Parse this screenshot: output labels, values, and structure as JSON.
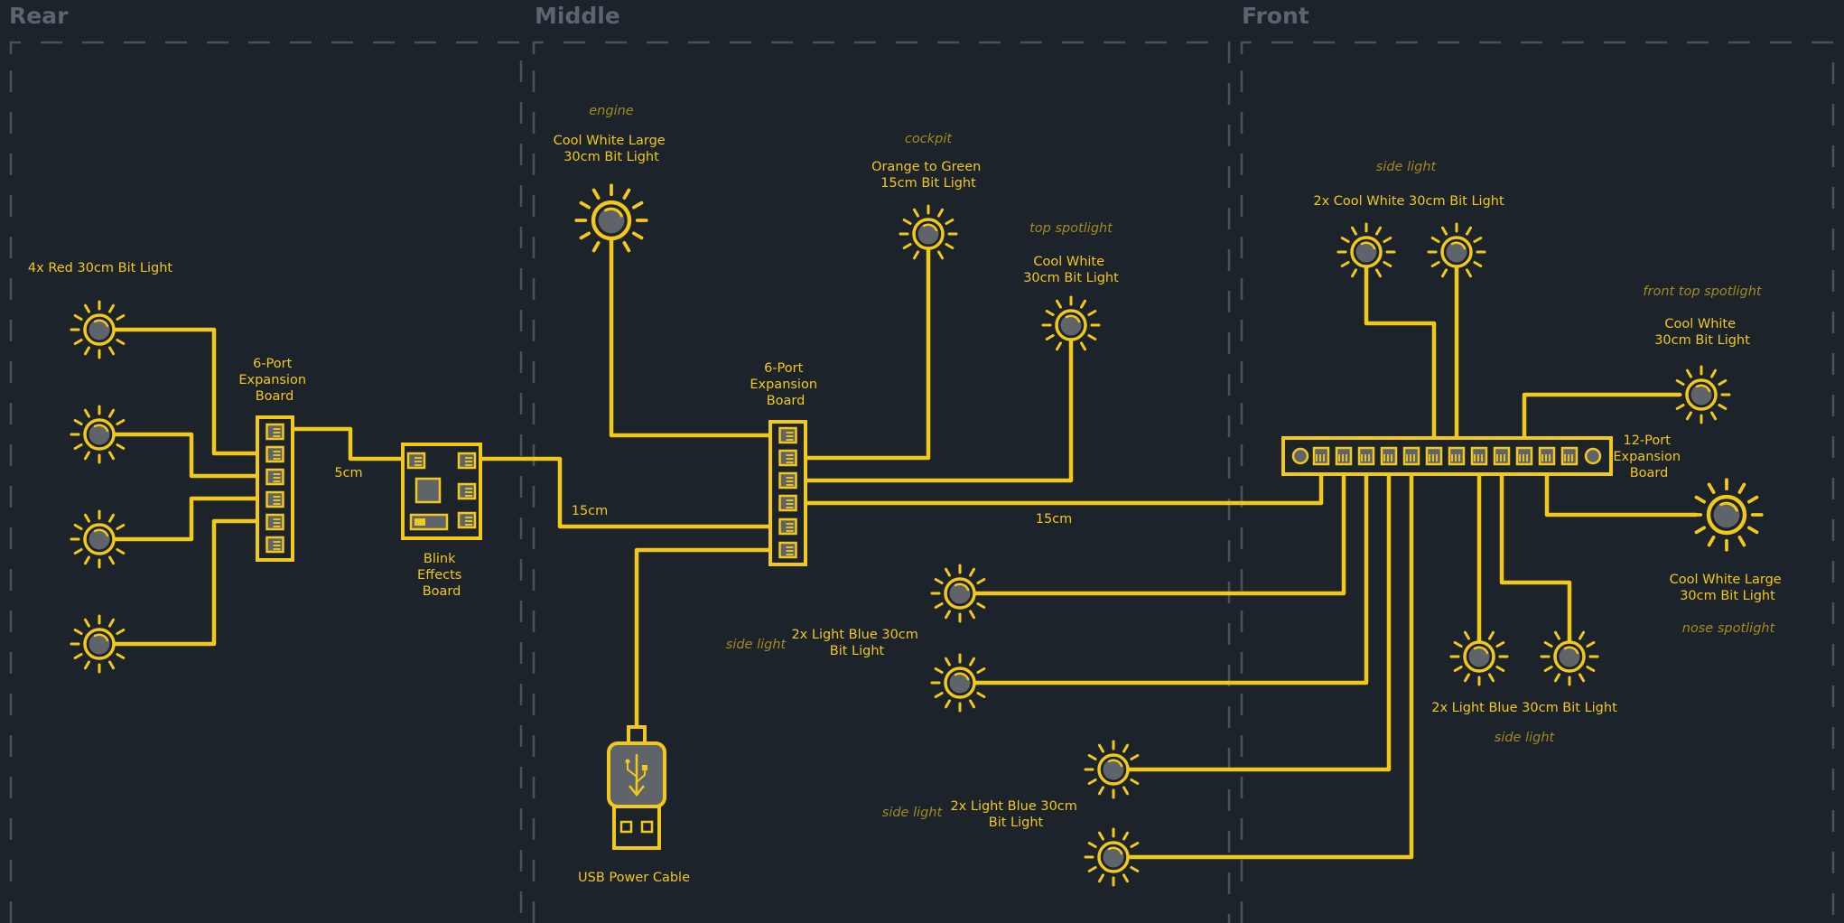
{
  "sections": {
    "rear": "Rear",
    "middle": "Middle",
    "front": "Front"
  },
  "rear": {
    "lights_label": "4x Red 30cm Bit Light",
    "board_label": [
      "6-Port",
      "Expansion",
      "Board"
    ],
    "wire_label": "5cm",
    "blink_label": [
      "Blink",
      "Effects",
      "Board"
    ]
  },
  "middle": {
    "engine_note": "engine",
    "engine_label": [
      "Cool White Large",
      "30cm Bit Light"
    ],
    "cockpit_note": "cockpit",
    "cockpit_label": [
      "Orange to Green",
      "15cm Bit Light"
    ],
    "top_note": "top spotlight",
    "top_label": [
      "Cool White",
      "30cm Bit Light"
    ],
    "board_label": [
      "6-Port",
      "Expansion",
      "Board"
    ],
    "wire_label_left": "15cm",
    "wire_label_right": "15cm",
    "side_note": "side light",
    "side_label": [
      "2x Light Blue 30cm",
      "Bit Light"
    ],
    "usb_label": "USB Power Cable"
  },
  "front": {
    "side_note_top": "side light",
    "side_label_top": "2x Cool White 30cm Bit Light",
    "front_top_note": "front top spotlight",
    "front_top_label": [
      "Cool White",
      "30cm Bit Light"
    ],
    "board_label": [
      "12-Port",
      "Expansion",
      "Board"
    ],
    "large_label": [
      "Cool White Large",
      "30cm Bit Light"
    ],
    "nose_note": "nose spotlight",
    "bottom_label": "2x Light Blue 30cm Bit Light",
    "bottom_note": "side light",
    "lower_side_note": "side light",
    "lower_side_label": [
      "2x Light Blue 30cm",
      "Bit Light"
    ]
  },
  "colors": {
    "background": "#1d232b",
    "wire": "#f2c81a",
    "bulb": "#5f646b",
    "frame": "#49525c",
    "section_title": "#5b6570",
    "note": "#a38a1e"
  }
}
